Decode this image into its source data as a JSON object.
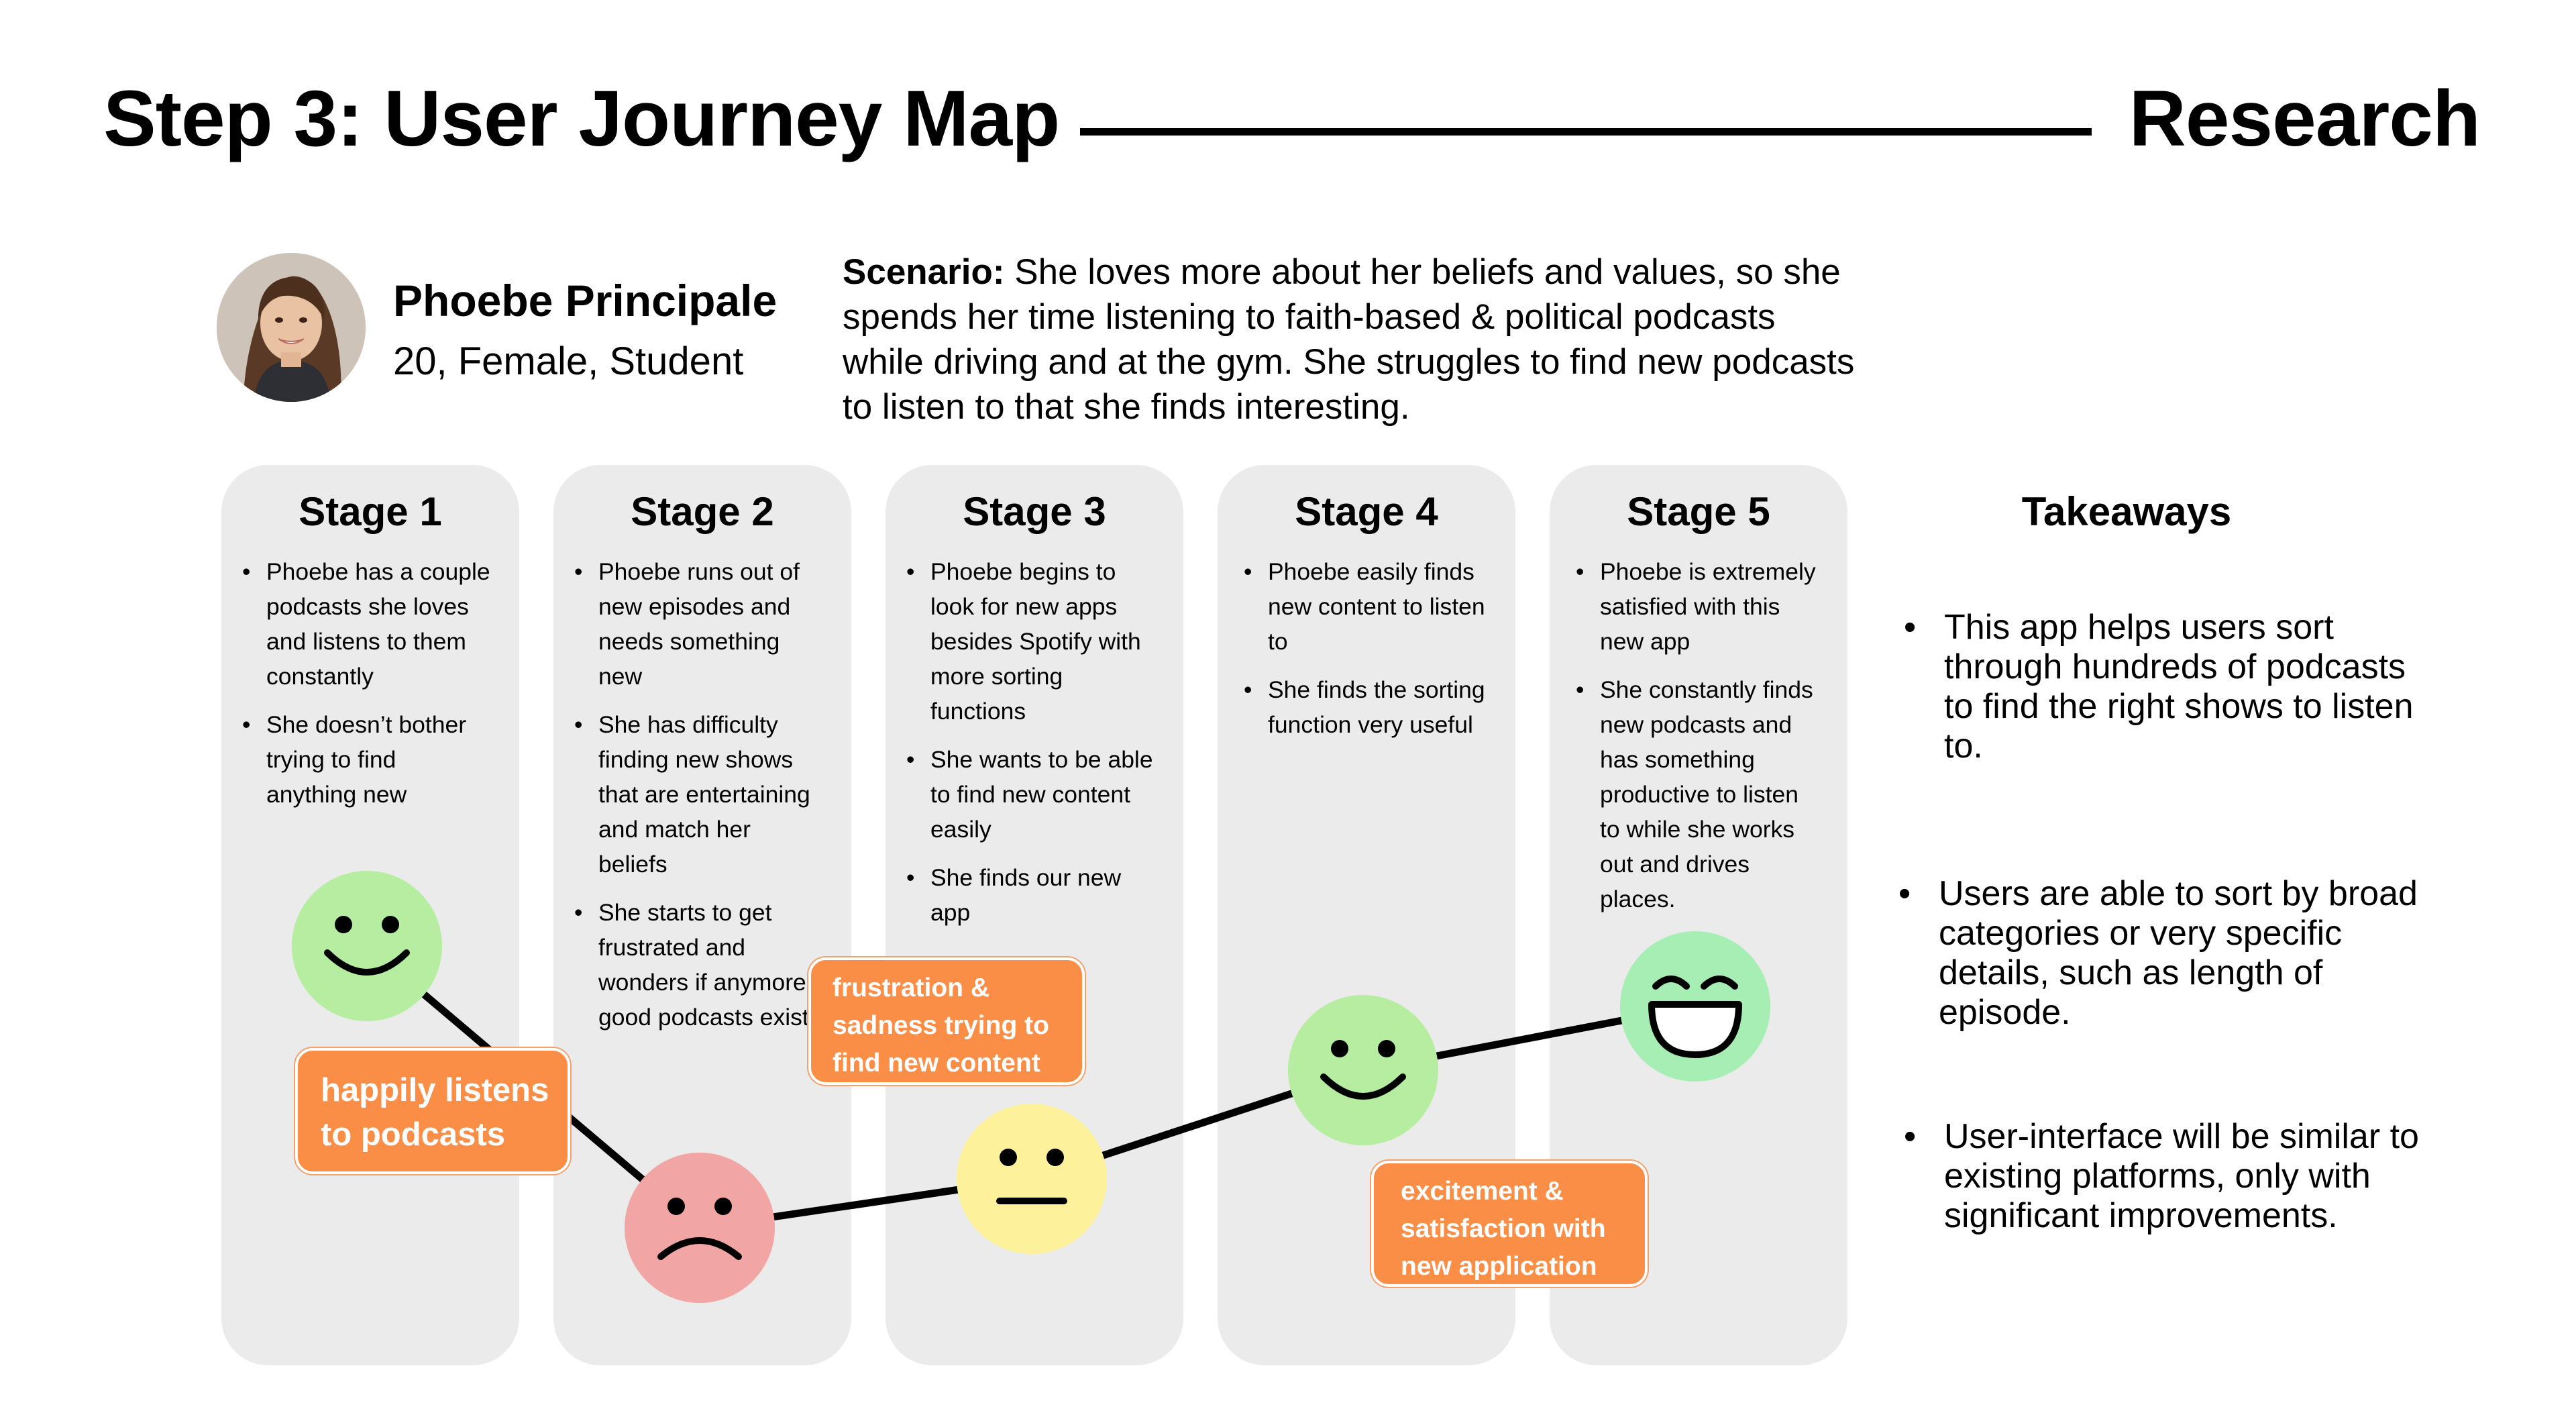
{
  "header": {
    "title": "Step 3: User Journey Map",
    "section": "Research"
  },
  "persona": {
    "name": "Phoebe Principale",
    "meta": "20, Female, Student",
    "scenario_lead": "Scenario:",
    "scenario_text": " She loves more about her beliefs and values, so she spends her time listening to faith-based & political podcasts while driving and at the gym. She struggles to find new podcasts to listen to that she finds interesting."
  },
  "stages": [
    {
      "title": "Stage 1",
      "bullets": [
        "Phoebe has a couple podcasts she loves and listens to them constantly",
        "She doesn’t bother trying to find anything new"
      ],
      "emotion": "happy"
    },
    {
      "title": "Stage 2",
      "bullets": [
        "Phoebe runs out of new episodes and needs something new",
        "She has difficulty finding new shows that are entertaining and match her beliefs",
        "She starts to get frustrated and wonders if anymore good podcasts exist"
      ],
      "emotion": "sad"
    },
    {
      "title": "Stage 3",
      "bullets": [
        "Phoebe begins to look for new apps besides Spotify with more sorting functions",
        "She wants to be able to find new content easily",
        "She finds our new app"
      ],
      "emotion": "neutral"
    },
    {
      "title": "Stage 4",
      "bullets": [
        "Phoebe easily finds new content to listen to",
        "She finds the sorting function very useful"
      ],
      "emotion": "happy"
    },
    {
      "title": "Stage 5",
      "bullets": [
        "Phoebe is extremely satisfied with this new app",
        "She constantly finds new podcasts and has something productive to listen to while she works out and drives places."
      ],
      "emotion": "delighted"
    }
  ],
  "emotion_labels": [
    {
      "line1": "happily listens",
      "line2": "to podcasts",
      "line3": ""
    },
    {
      "line1": "frustration &",
      "line2": "sadness trying to",
      "line3": "find new content"
    },
    {
      "line1": "excitement &",
      "line2": "satisfaction with",
      "line3": "new application"
    }
  ],
  "takeaways": {
    "title": "Takeaways",
    "items": [
      "This app helps users sort through hundreds of podcasts to find the right shows to listen to.",
      "Users are able to sort by broad categories or very specific details, such as length of episode.",
      "User-interface will be similar to existing platforms, only with significant improvements."
    ]
  },
  "colors": {
    "card_bg": "#ebebeb",
    "label_orange": "#fb8e47",
    "face_green": "#b6eda0",
    "face_green_bright": "#a6eeb4",
    "face_red": "#f2a5a5",
    "face_yellow": "#fdf19b",
    "line": "#000000"
  }
}
